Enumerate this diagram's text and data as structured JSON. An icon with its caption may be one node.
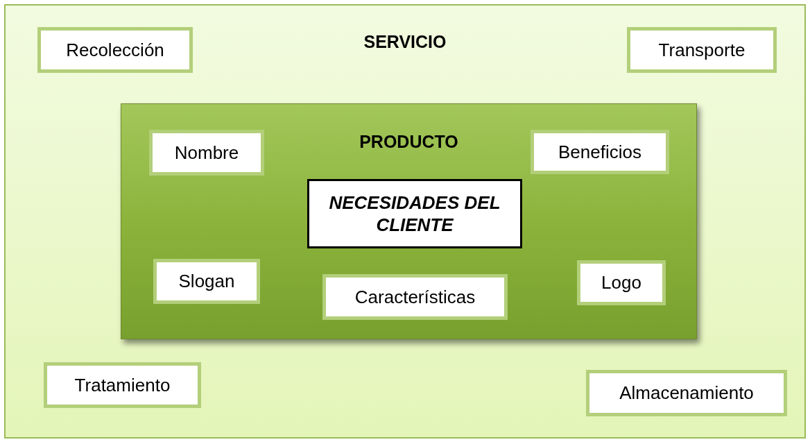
{
  "diagram": {
    "nodes": [
      {
        "text": [
          "SERVICIO"
        ]
      },
      {
        "text": [
          "Recolección"
        ],
        "in": 0
      },
      {
        "text": [
          "Transporte"
        ],
        "in": 0
      },
      {
        "text": [
          "PRODUCTO"
        ],
        "in": 0
      },
      {
        "text": [
          "Nombre"
        ],
        "in": 3
      },
      {
        "text": [
          "Beneficios"
        ],
        "in": 3
      },
      {
        "text": [
          "NECESIDADES DEL CLIENTE"
        ],
        "in": 3
      },
      {
        "text": [
          "Slogan"
        ],
        "in": 3
      },
      {
        "text": [
          "Características"
        ],
        "in": 3
      },
      {
        "text": [
          "Logo"
        ],
        "in": 3
      },
      {
        "text": [
          "Tratamiento"
        ],
        "in": 0
      },
      {
        "text": [
          "Almacenamiento"
        ],
        "in": 0
      }
    ]
  }
}
